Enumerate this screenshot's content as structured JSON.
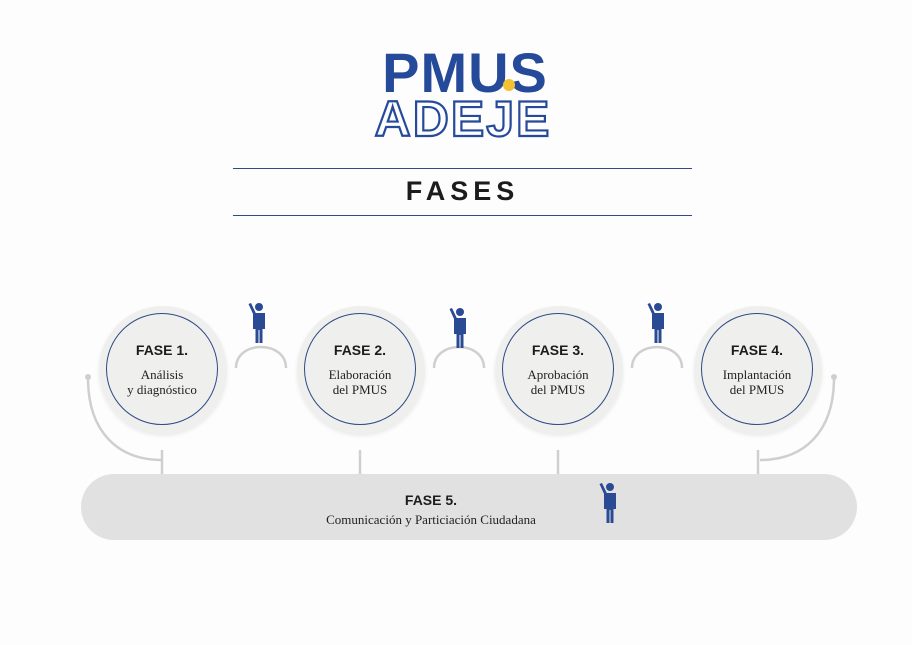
{
  "logo": {
    "line1": "PMUS",
    "line2": "ADEJE",
    "text_color": "#264a9a",
    "dot_color": "#f2c232"
  },
  "header": {
    "title": "FASES"
  },
  "phases": [
    {
      "title": "FASE 1.",
      "desc": "Análisis\ny diagnóstico"
    },
    {
      "title": "FASE 2.",
      "desc": "Elaboración\ndel PMUS"
    },
    {
      "title": "FASE 3.",
      "desc": "Aprobación\ndel PMUS"
    },
    {
      "title": "FASE 4.",
      "desc": "Implantación\ndel PMUS"
    }
  ],
  "phase5": {
    "title": "FASE 5.",
    "desc": "Comunicación y Particiación Ciudadana"
  },
  "icons": {
    "person": "person-raising-hand-icon",
    "person_color": "#2a4a94"
  }
}
